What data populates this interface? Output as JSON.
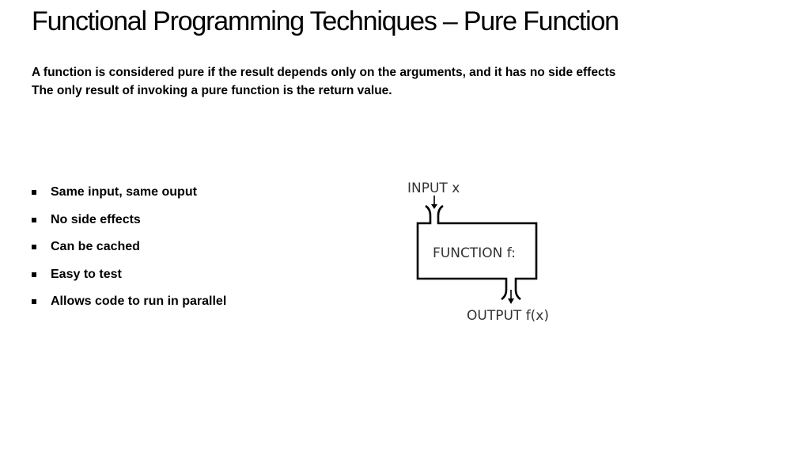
{
  "slide": {
    "title": "Functional Programming Techniques – Pure Function",
    "intro_lines": [
      "A function is considered pure if the result depends only on the arguments, and it has no side effects",
      "The only result of invoking a pure function is the return value."
    ],
    "bullets": [
      "Same input, same ouput",
      "No side effects",
      "Can be cached",
      "Easy to test",
      "Allows code to run in parallel"
    ]
  },
  "diagram": {
    "input_label": "INPUT x",
    "function_label": "FUNCTION f:",
    "output_label": "OUTPUT f(x)"
  }
}
